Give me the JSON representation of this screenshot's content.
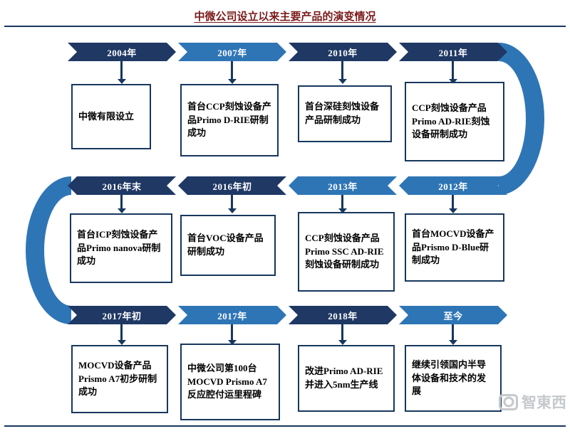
{
  "title": "中微公司设立以来主要产品的演变情况",
  "palette": {
    "navy": "#1F3864",
    "blue": "#2E75B6",
    "rule_line": "#17375E",
    "box_border": "#17375E",
    "title_color": "#7B1A1A",
    "watermark_gray": "#C6C9CC"
  },
  "watermark": {
    "text": "智東西"
  },
  "rows": [
    {
      "direction": "right",
      "segments": [
        {
          "year": "2004年",
          "color": "navy",
          "box": "中微有限设立"
        },
        {
          "year": "2007年",
          "color": "blue",
          "box": "首台CCP刻蚀设备产品Primo D-RIE研制成功"
        },
        {
          "year": "2010年",
          "color": "navy",
          "box": "首台深硅刻蚀设备产品研制成功"
        },
        {
          "year": "2011年",
          "color": "navy",
          "box": "CCP刻蚀设备产品Primo AD-RIE刻蚀设备研制成功"
        }
      ]
    },
    {
      "direction": "left",
      "segments": [
        {
          "year": "2016年末",
          "color": "navy",
          "box": "首台ICP刻蚀设备产品Primo nanova研制成功"
        },
        {
          "year": "2016年初",
          "color": "navy",
          "box": "首台VOC设备产品研制成功"
        },
        {
          "year": "2013年",
          "color": "blue",
          "box": "CCP刻蚀设备产品Primo SSC AD-RIE刻蚀设备研制成功"
        },
        {
          "year": "2012年",
          "color": "blue",
          "box": "首台MOCVD设备产品Prismo D-Blue研制成功"
        }
      ]
    },
    {
      "direction": "right",
      "segments": [
        {
          "year": "2017年初",
          "color": "navy",
          "box": "MOCVD设备产品Prismo A7初步研制成功"
        },
        {
          "year": "2017年",
          "color": "blue",
          "box": "中微公司第100台MOCVD Prismo A7反应腔付运里程碑"
        },
        {
          "year": "2018年",
          "color": "navy",
          "box": "改进Primo AD-RIE并进入5nm生产线"
        },
        {
          "year": "至今",
          "color": "blue",
          "box": "继续引领国内半导体设备和技术的发展"
        }
      ]
    }
  ]
}
